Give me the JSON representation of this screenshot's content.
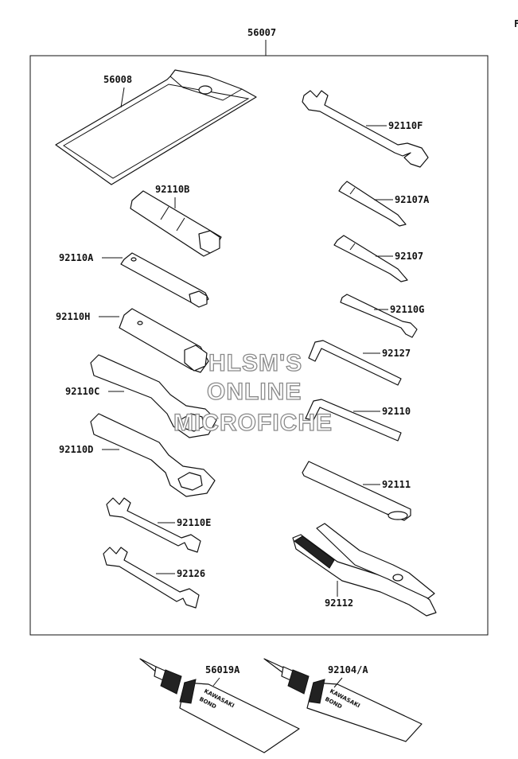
{
  "diagram": {
    "corner_mark": "F",
    "assembly_label": "56007",
    "watermark": [
      "HLSM'S",
      "ONLINE",
      "MICROFICHE"
    ],
    "tube_text": [
      "KAWASAKI",
      "BOND"
    ],
    "parts": [
      {
        "id": "56008",
        "label": "56008"
      },
      {
        "id": "92110F",
        "label": "92110F"
      },
      {
        "id": "92110B",
        "label": "92110B"
      },
      {
        "id": "92107A",
        "label": "92107A"
      },
      {
        "id": "92110A",
        "label": "92110A"
      },
      {
        "id": "92107",
        "label": "92107"
      },
      {
        "id": "92110G",
        "label": "92110G"
      },
      {
        "id": "92110H",
        "label": "92110H"
      },
      {
        "id": "92127",
        "label": "92127"
      },
      {
        "id": "92110C",
        "label": "92110C"
      },
      {
        "id": "92110",
        "label": "92110"
      },
      {
        "id": "92110D",
        "label": "92110D"
      },
      {
        "id": "92111",
        "label": "92111"
      },
      {
        "id": "92110E",
        "label": "92110E"
      },
      {
        "id": "92126",
        "label": "92126"
      },
      {
        "id": "92112",
        "label": "92112"
      },
      {
        "id": "56019A",
        "label": "56019A"
      },
      {
        "id": "92104A",
        "label": "92104/A"
      }
    ]
  }
}
